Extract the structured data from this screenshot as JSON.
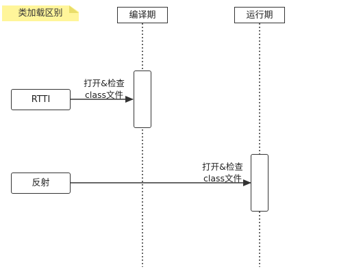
{
  "note": {
    "text": "类加载区别"
  },
  "lifelines": [
    {
      "label": "编译期"
    },
    {
      "label": "运行期"
    }
  ],
  "actors": [
    {
      "label": "RTTI"
    },
    {
      "label": "反射"
    }
  ],
  "messages": [
    {
      "line1": "打开&检查",
      "line2": "class文件"
    },
    {
      "line1": "打开&检查",
      "line2": "class文件"
    }
  ],
  "colors": {
    "note_fill": "#fff59a",
    "stroke": "#333333"
  }
}
